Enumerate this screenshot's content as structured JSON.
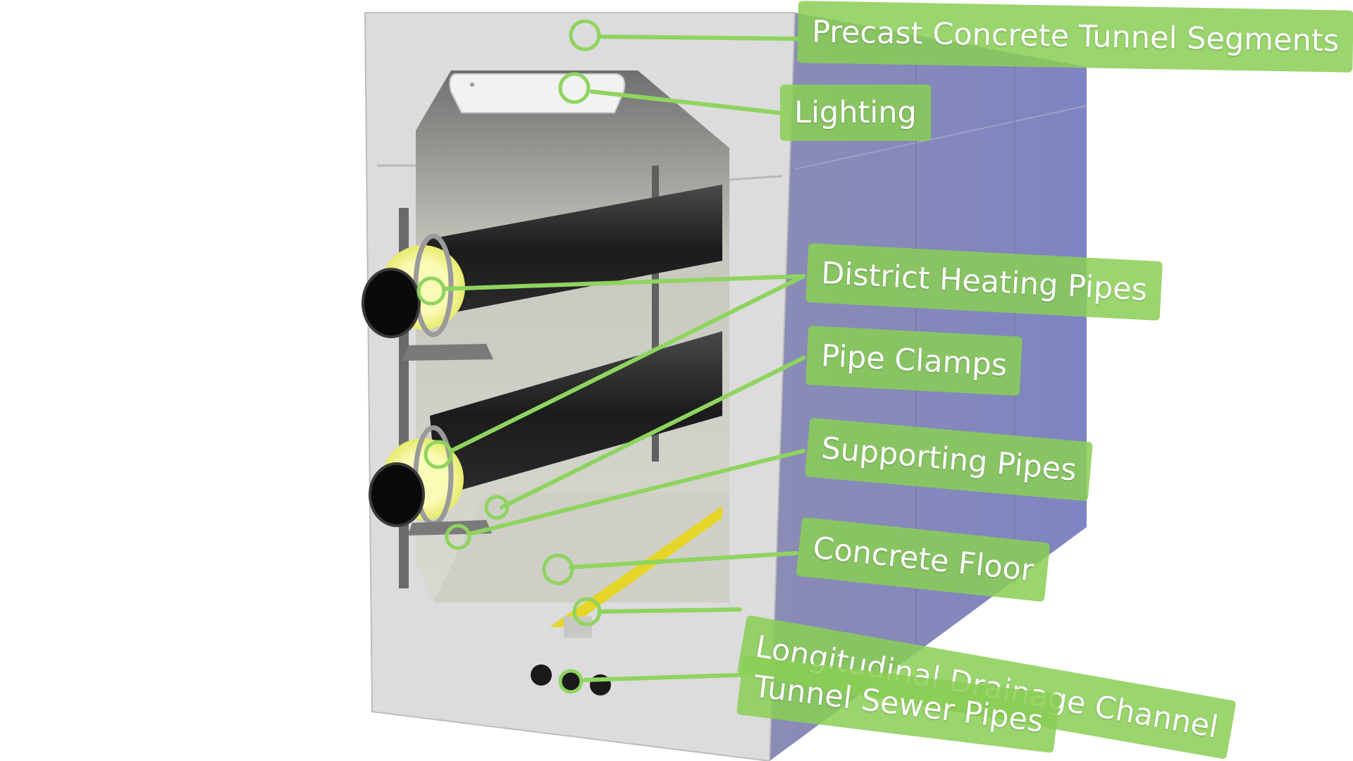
{
  "diagram": {
    "labels": {
      "segments": "Precast Concrete Tunnel Segments",
      "lighting": "Lighting",
      "heating": "District Heating Pipes",
      "clamps": "Pipe Clamps",
      "supports": "Supporting Pipes",
      "floor": "Concrete Floor",
      "drainage": "Longitudinal Drainage Channel",
      "sewer": "Tunnel Sewer Pipes"
    },
    "colors": {
      "callout": "#89ce55",
      "leader": "#8fd45f",
      "concrete_front": "#dcdcdc",
      "concrete_side": "#8b8fbf",
      "insulation": "#f2f58e",
      "pipe": "#1a1a1a",
      "drain": "#e6d629"
    }
  }
}
